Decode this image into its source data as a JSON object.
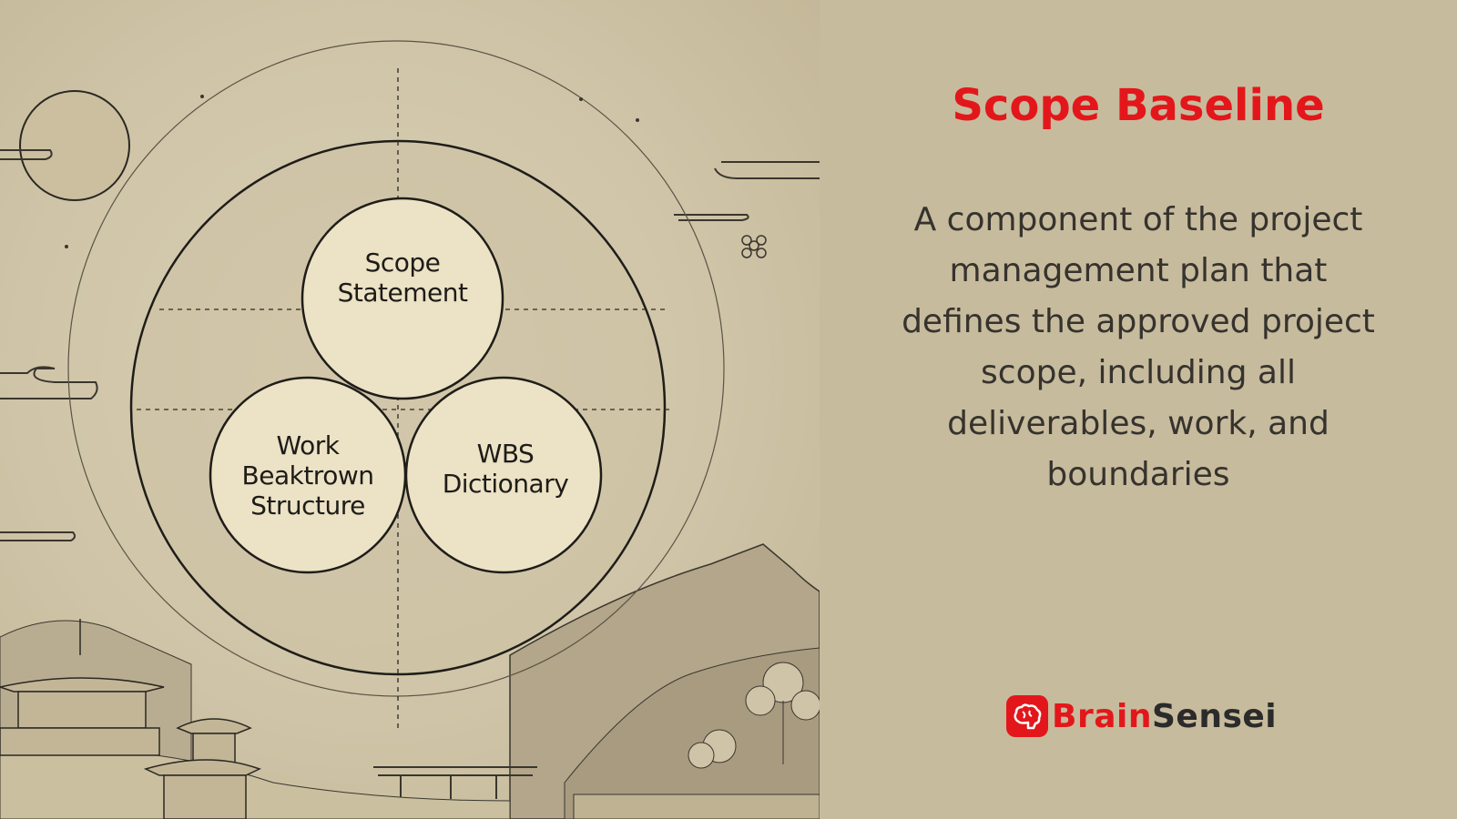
{
  "diagram": {
    "circles": [
      {
        "id": "top",
        "label": "Scope\nStatement"
      },
      {
        "id": "left",
        "label": "Work\nBeaktrown\nStructure"
      },
      {
        "id": "right",
        "label": "WBS\nDictionary"
      }
    ]
  },
  "panel": {
    "title": "Scope Baseline",
    "description": "A component of the project management plan that defines the approved project scope, including all deliverables, work, and boundaries"
  },
  "brand": {
    "name_part1": "Brain",
    "name_part2": "Sensei",
    "logo_icon": "brain-icon"
  },
  "colors": {
    "accent": "#e3171b",
    "background": "#c7bb9d",
    "text": "#36332e"
  }
}
